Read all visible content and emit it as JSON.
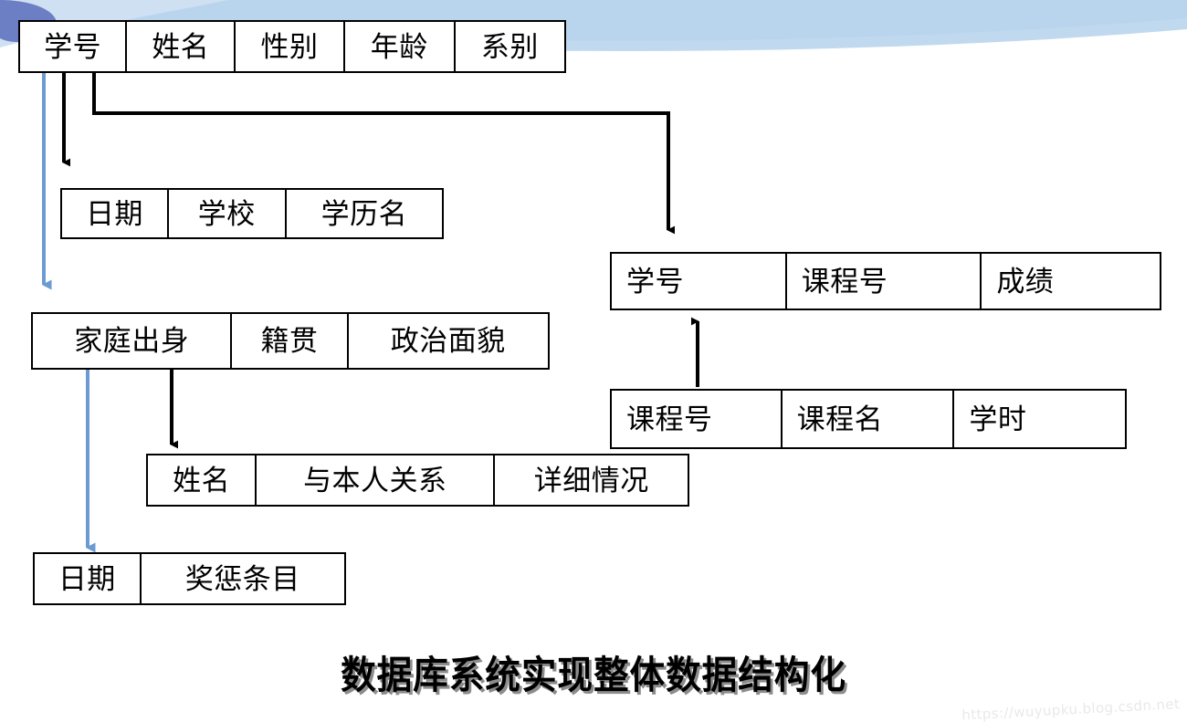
{
  "slide": {
    "title": "数据库系统实现整体数据结构化",
    "watermark": "https://wuyupku.blog.csdn.net",
    "background": "#ffffff"
  },
  "banner": {
    "name": "decorative-wave-banner",
    "colors": {
      "blue_dark": "#5B9BD5",
      "blue_light": "#BDD7EE",
      "blue_violet": "#6C7FC4",
      "blue_pale": "#CFE0F2"
    }
  },
  "tables": [
    {
      "id": "student",
      "align": "center",
      "cells": [
        "学号",
        "姓名",
        "性别",
        "年龄",
        "系别"
      ]
    },
    {
      "id": "education",
      "align": "center",
      "cells": [
        "日期",
        "学校",
        "学历名"
      ]
    },
    {
      "id": "background",
      "align": "center",
      "cells": [
        "家庭出身",
        "籍贯",
        "政治面貌"
      ]
    },
    {
      "id": "family",
      "align": "center",
      "cells": [
        "姓名",
        "与本人关系",
        "详细情况"
      ]
    },
    {
      "id": "reward",
      "align": "center",
      "cells": [
        "日期",
        "奖惩条目"
      ]
    },
    {
      "id": "score",
      "align": "left",
      "cells": [
        "学号",
        "课程号",
        "成绩"
      ]
    },
    {
      "id": "course",
      "align": "left",
      "cells": [
        "课程号",
        "课程名",
        "学时"
      ]
    }
  ],
  "connectors": [
    {
      "id": "student-to-education",
      "color": "#000000",
      "shape": "straight-down"
    },
    {
      "id": "student-to-background",
      "color": "#6B9BD2",
      "shape": "straight-down"
    },
    {
      "id": "student-to-score",
      "color": "#000000",
      "shape": "elbow-right-down"
    },
    {
      "id": "background-to-family",
      "color": "#000000",
      "shape": "straight-down"
    },
    {
      "id": "background-to-reward",
      "color": "#6B9BD2",
      "shape": "straight-down"
    },
    {
      "id": "course-to-score",
      "color": "#000000",
      "shape": "straight-up"
    }
  ]
}
